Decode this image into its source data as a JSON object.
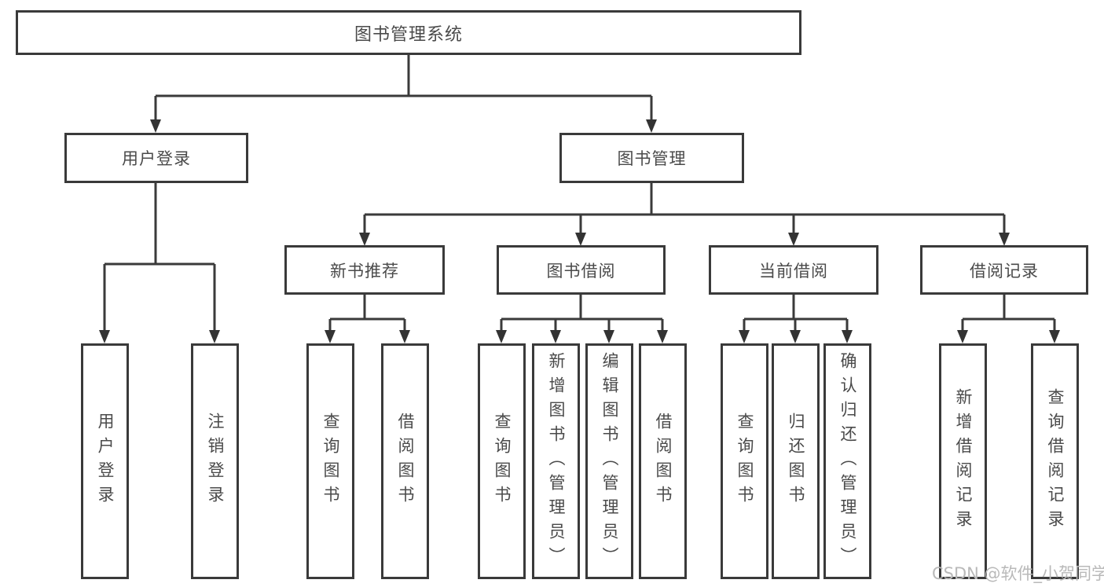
{
  "tree": {
    "label": "图书管理系统",
    "children": [
      {
        "label": "用户登录",
        "children": [
          {
            "label": "用户登录"
          },
          {
            "label": "注销登录"
          }
        ]
      },
      {
        "label": "图书管理",
        "children": [
          {
            "label": "新书推荐",
            "children": [
              {
                "label": "查询图书"
              },
              {
                "label": "借阅图书"
              }
            ]
          },
          {
            "label": "图书借阅",
            "children": [
              {
                "label": "查询图书"
              },
              {
                "label": "新增图书（管理员）"
              },
              {
                "label": "编辑图书（管理员）"
              },
              {
                "label": "借阅图书"
              }
            ]
          },
          {
            "label": "当前借阅",
            "children": [
              {
                "label": "查询图书"
              },
              {
                "label": "归还图书"
              },
              {
                "label": "确认归还（管理员）"
              }
            ]
          },
          {
            "label": "借阅记录",
            "children": [
              {
                "label": "新增借阅记录"
              },
              {
                "label": "查询借阅记录"
              }
            ]
          }
        ]
      }
    ]
  },
  "watermark": {
    "text": "CSDN @软件_小贺同学"
  },
  "colors": {
    "line": "#3a3a3a",
    "box_background": "#ffffff",
    "text": "#4a4a4a",
    "watermark": "#b9b9b9"
  }
}
